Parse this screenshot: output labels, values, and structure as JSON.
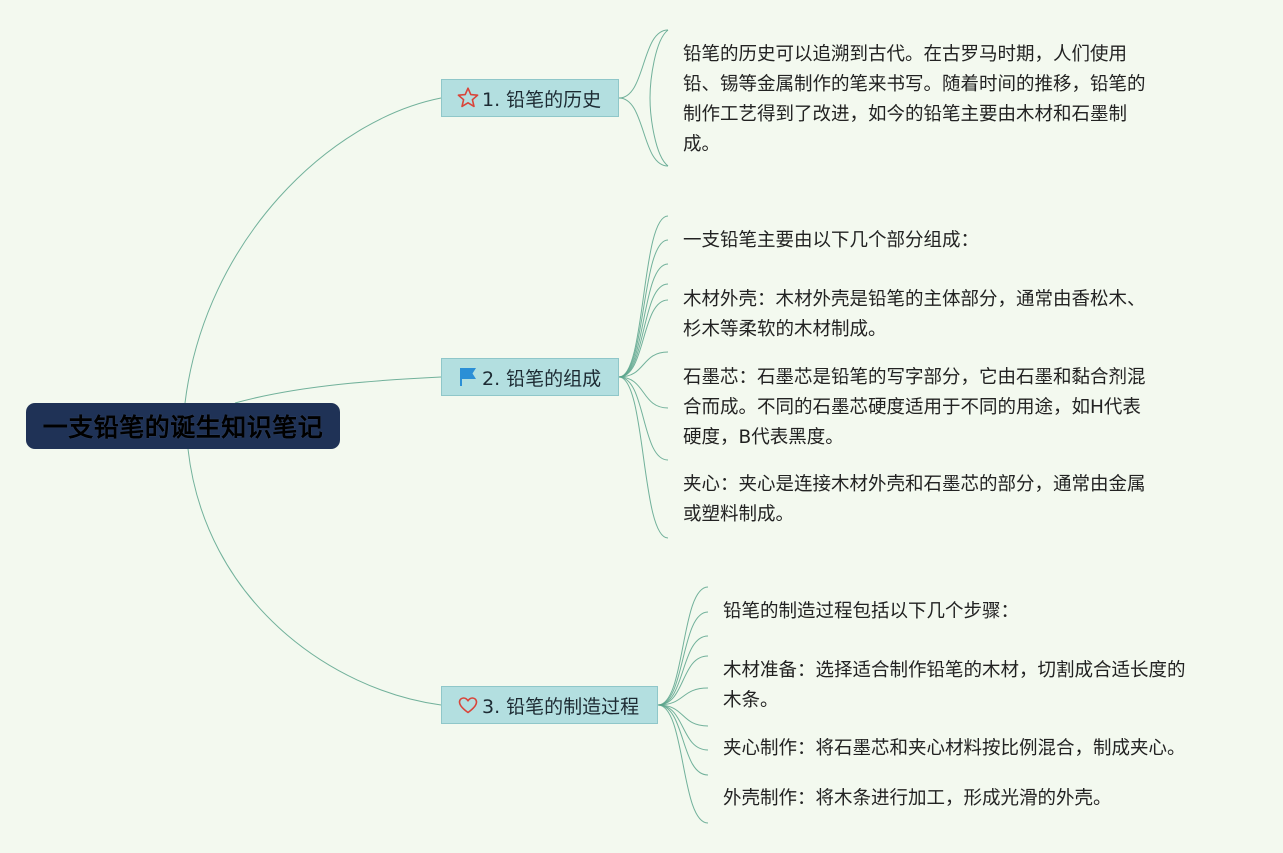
{
  "root": {
    "title": "一支铅笔的诞生知识笔记"
  },
  "branches": [
    {
      "label": "1. 铅笔的历史",
      "icon": "star-icon",
      "leaves": [
        "铅笔的历史可以追溯到古代。在古罗马时期，人们使用\n铅、锡等金属制作的笔来书写。随着时间的推移，铅笔的\n制作工艺得到了改进，如今的铅笔主要由木材和石墨制\n成。"
      ]
    },
    {
      "label": "2. 铅笔的组成",
      "icon": "flag-icon",
      "leaves": [
        "一支铅笔主要由以下几个部分组成：",
        "木材外壳：木材外壳是铅笔的主体部分，通常由香松木、\n杉木等柔软的木材制成。",
        "石墨芯：石墨芯是铅笔的写字部分，它由石墨和黏合剂混\n合而成。不同的石墨芯硬度适用于不同的用途，如H代表\n硬度，B代表黑度。",
        "夹心：夹心是连接木材外壳和石墨芯的部分，通常由金属\n或塑料制成。"
      ]
    },
    {
      "label": "3. 铅笔的制造过程",
      "icon": "heart-icon",
      "leaves": [
        "铅笔的制造过程包括以下几个步骤：",
        "木材准备：选择适合制作铅笔的木材，切割成合适长度的\n木条。",
        "夹心制作：将石墨芯和夹心材料按比例混合，制成夹心。",
        "外壳制作：将木条进行加工，形成光滑的外壳。"
      ]
    }
  ],
  "colors": {
    "background": "#f3f9ef",
    "root_fill": "#1f3256",
    "branch_fill": "#b3dfe0",
    "connector": "#5aa58c",
    "star": "#d9453a",
    "flag": "#2b8fd6",
    "heart": "#d9453a"
  }
}
